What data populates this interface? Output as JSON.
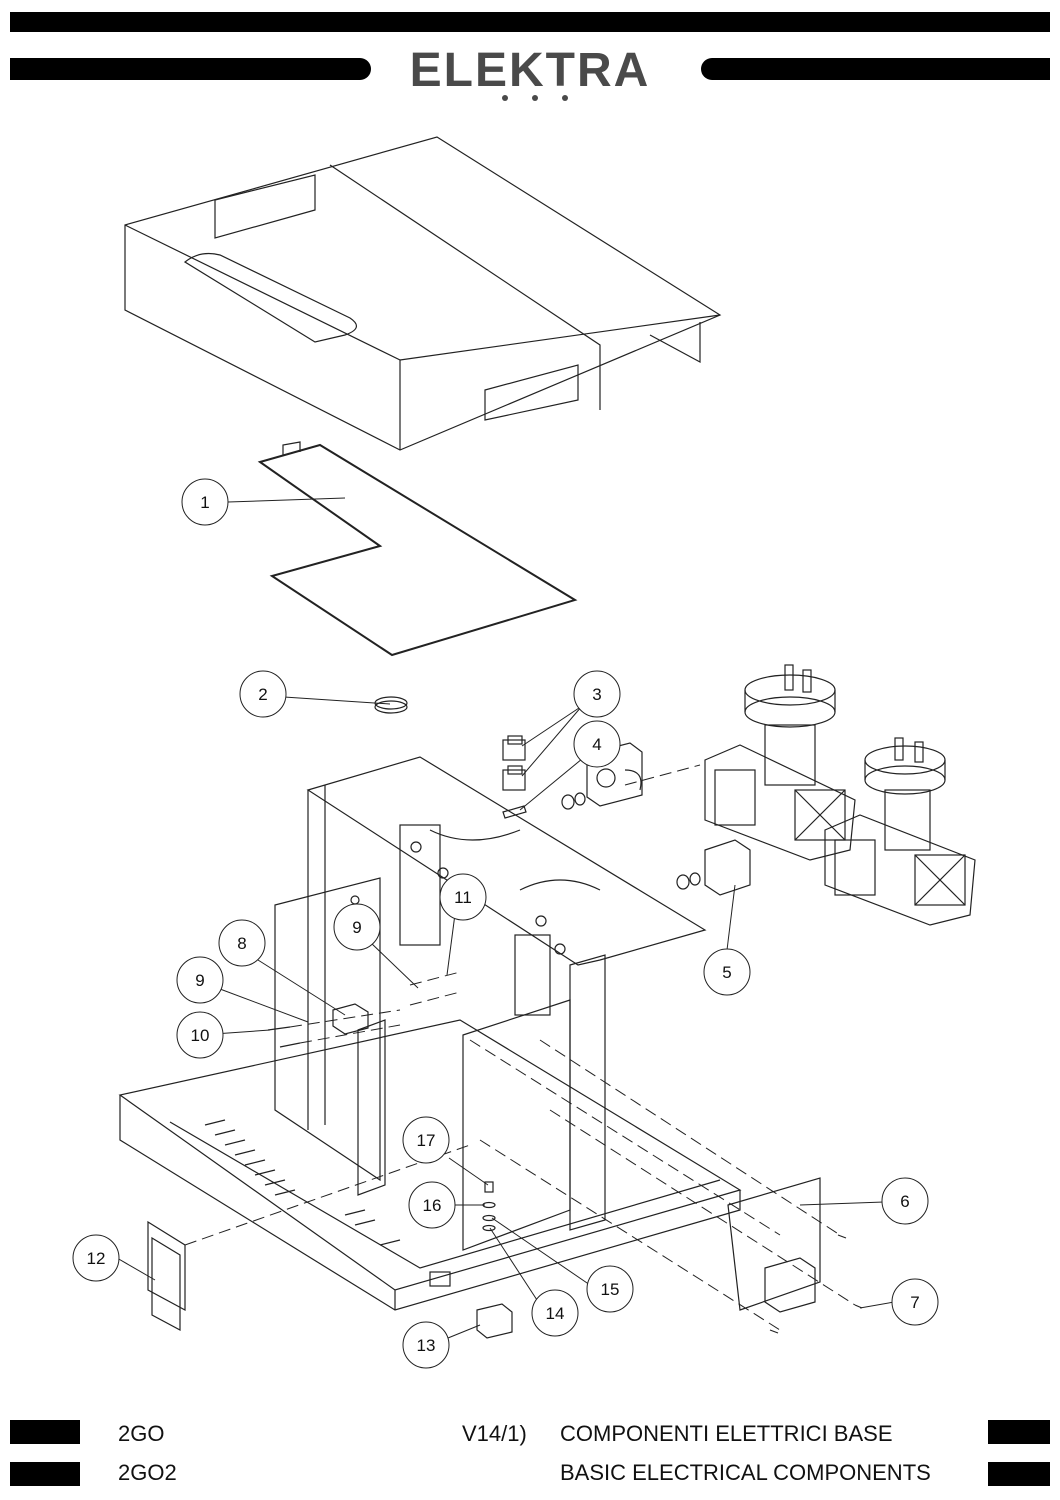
{
  "brand": {
    "name": "ELEKTRA",
    "dots": 3,
    "color": "#4a4a4a"
  },
  "footer": {
    "model_1": "2GO",
    "model_2": "2GO2",
    "table_ref": "V14/1)",
    "title_it": "COMPONENTI ELETTRICI BASE",
    "title_en": "BASIC ELECTRICAL COMPONENTS"
  },
  "callouts": [
    "1",
    "2",
    "3",
    "4",
    "5",
    "6",
    "7",
    "8",
    "9",
    "9",
    "10",
    "11",
    "12",
    "13",
    "14",
    "15",
    "16",
    "17"
  ],
  "colors": {
    "ink": "#111111",
    "bar": "#000000",
    "paper": "#ffffff"
  }
}
